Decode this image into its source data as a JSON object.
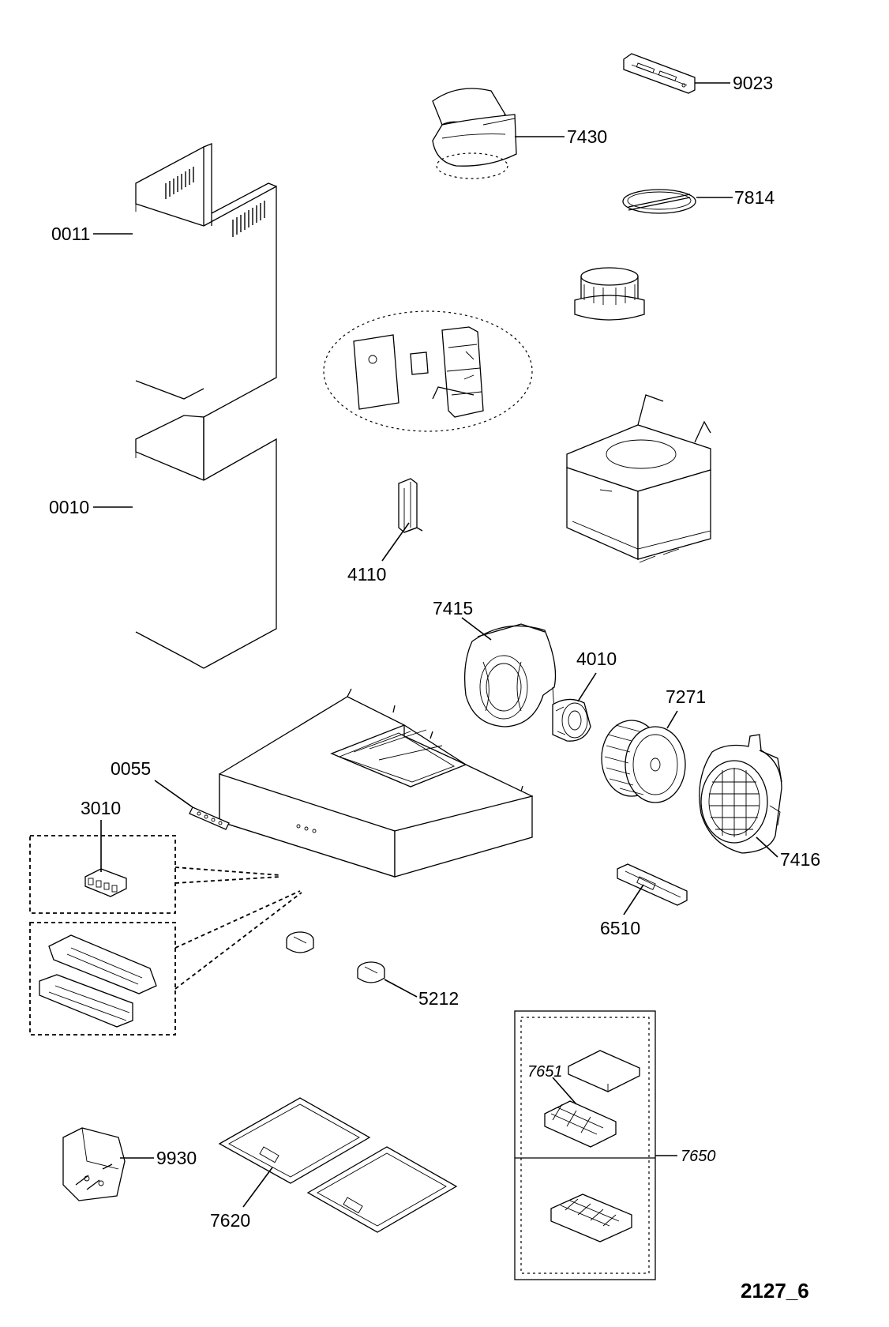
{
  "diagram": {
    "drawing_number": "2127_6",
    "parts": [
      {
        "id": "9023",
        "label": "9023"
      },
      {
        "id": "7430",
        "label": "7430"
      },
      {
        "id": "7814",
        "label": "7814"
      },
      {
        "id": "0011",
        "label": "0011"
      },
      {
        "id": "0010",
        "label": "0010"
      },
      {
        "id": "4110",
        "label": "4110"
      },
      {
        "id": "7415",
        "label": "7415"
      },
      {
        "id": "4010",
        "label": "4010"
      },
      {
        "id": "7271",
        "label": "7271"
      },
      {
        "id": "0055",
        "label": "0055"
      },
      {
        "id": "3010",
        "label": "3010"
      },
      {
        "id": "7416",
        "label": "7416"
      },
      {
        "id": "5212",
        "label": "5212"
      },
      {
        "id": "6510",
        "label": "6510"
      },
      {
        "id": "7651",
        "label": "7651"
      },
      {
        "id": "7650",
        "label": "7650"
      },
      {
        "id": "9930",
        "label": "9930"
      },
      {
        "id": "7620",
        "label": "7620"
      }
    ]
  }
}
